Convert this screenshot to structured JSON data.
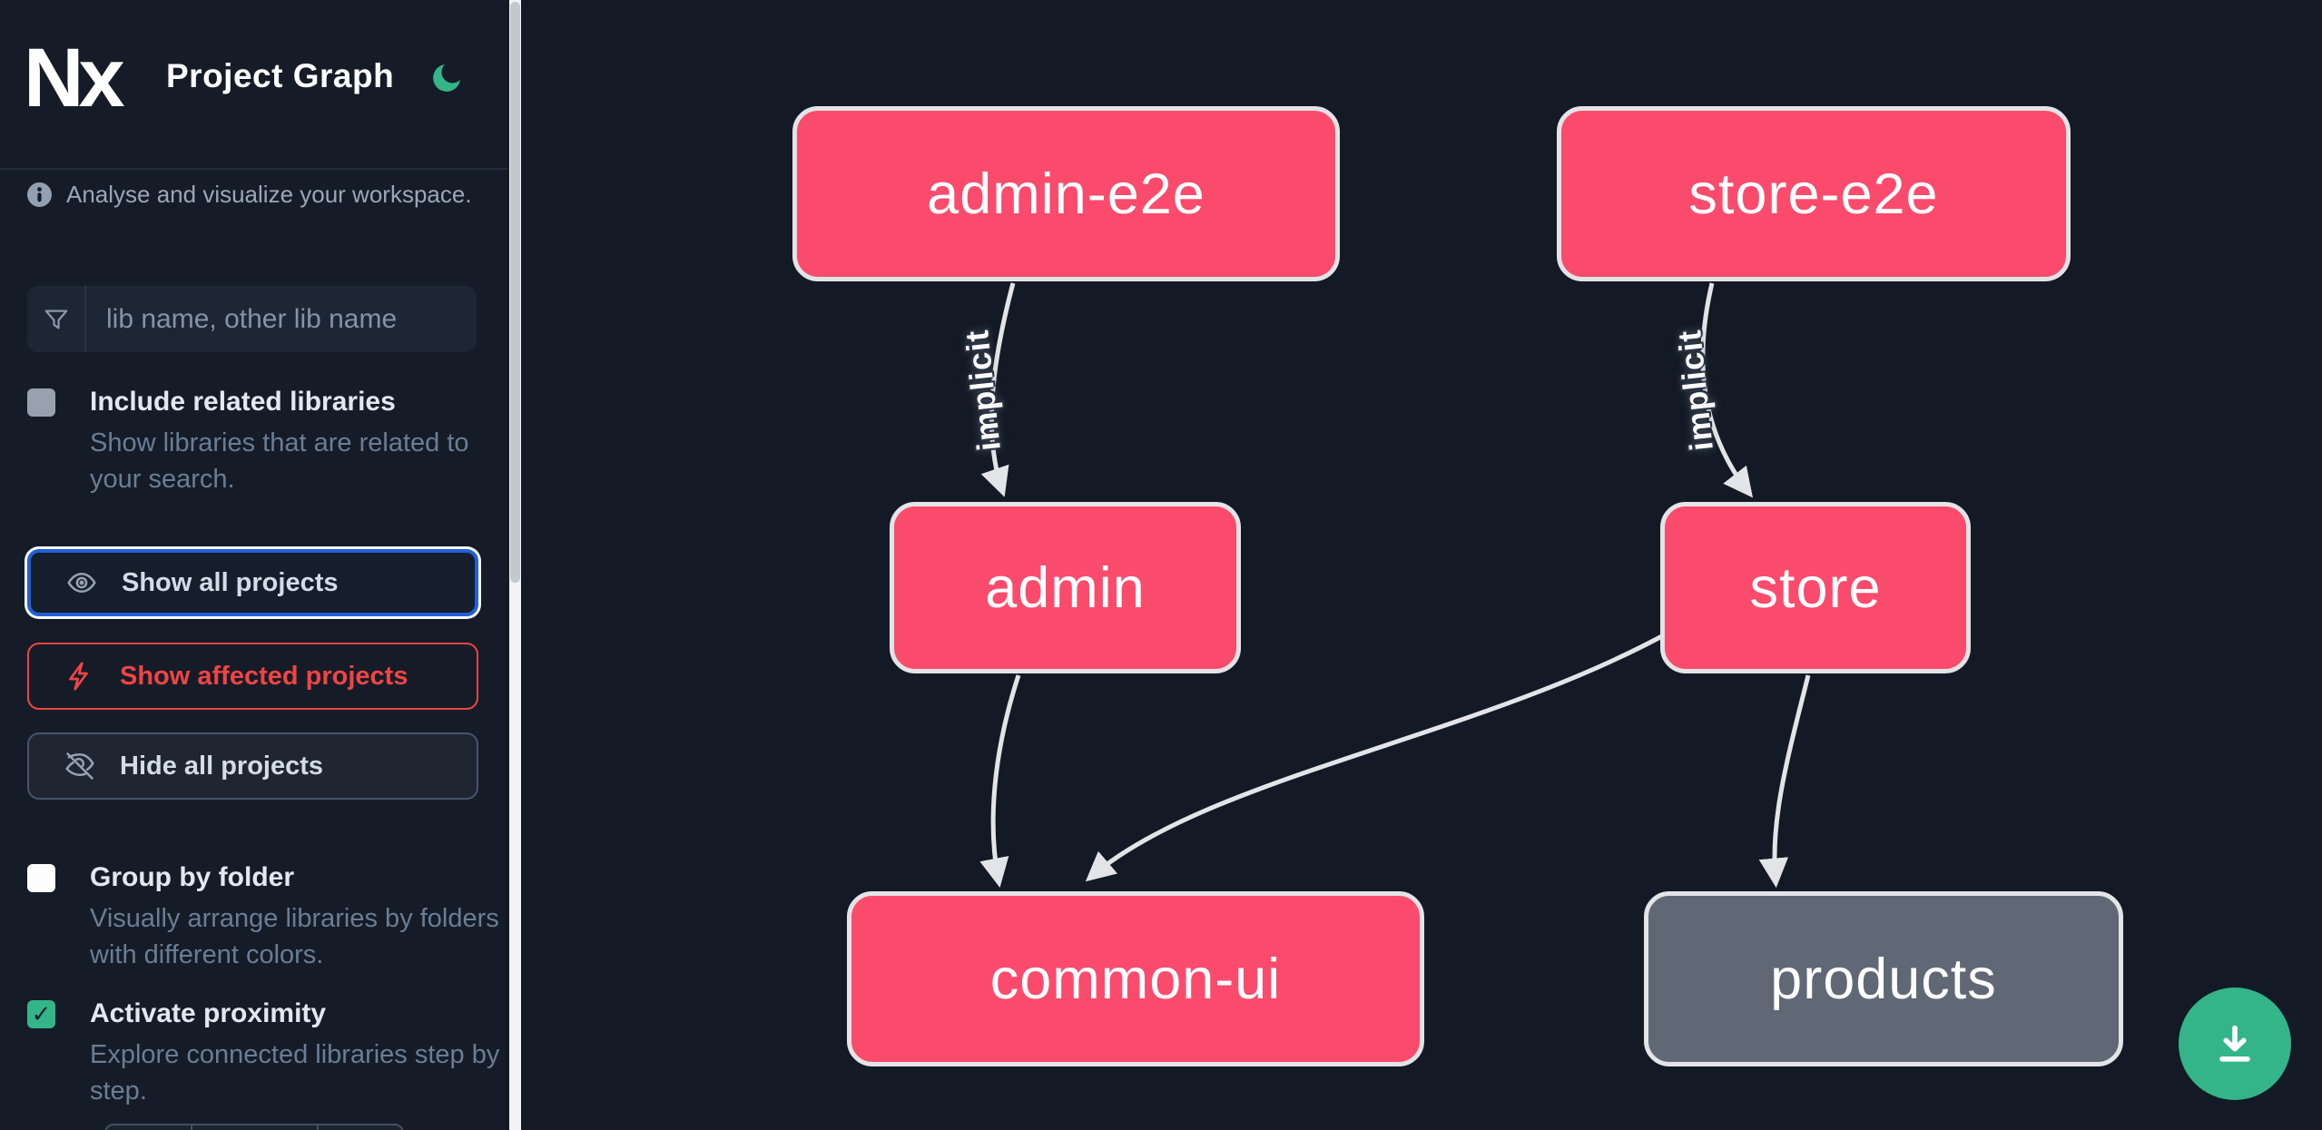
{
  "app": {
    "logo_text": "Nx",
    "title": "Project Graph"
  },
  "sidebar": {
    "tagline": "Analyse and visualize your workspace.",
    "search": {
      "placeholder": "lib name, other lib name"
    },
    "toggles": [
      {
        "label": "Include related libraries",
        "description": "Show libraries that are related to your search.",
        "checked": false
      },
      {
        "label": "Group by folder",
        "description": "Visually arrange libraries by folders with different colors.",
        "checked": false
      },
      {
        "label": "Activate proximity",
        "description": "Explore connected libraries step by step.",
        "checked": true,
        "checkmark": "✓"
      }
    ],
    "buttons": [
      {
        "label": "Show all projects",
        "state": "focused"
      },
      {
        "label": "Show affected projects",
        "state": "affected"
      },
      {
        "label": "Hide all projects",
        "state": "default"
      }
    ]
  },
  "graph": {
    "nodes": [
      {
        "label": "admin-e2e",
        "style": "pink"
      },
      {
        "label": "store-e2e",
        "style": "pink"
      },
      {
        "label": "admin",
        "style": "pink"
      },
      {
        "label": "store",
        "style": "pink"
      },
      {
        "label": "common-ui",
        "style": "pink"
      },
      {
        "label": "products",
        "style": "gray"
      }
    ],
    "edges": [
      {
        "from": "admin-e2e",
        "to": "admin",
        "label": "implicit"
      },
      {
        "from": "store-e2e",
        "to": "store",
        "label": "implicit"
      },
      {
        "from": "admin",
        "to": "common-ui",
        "label": ""
      },
      {
        "from": "store",
        "to": "common-ui",
        "label": ""
      },
      {
        "from": "store",
        "to": "products",
        "label": ""
      }
    ]
  },
  "colors": {
    "accent_green": "#34b489",
    "node_pink": "#fb4b6c",
    "node_gray": "#606875",
    "focus_blue": "#2160d8",
    "danger_red": "#ef4444",
    "edge_gray": "#e3e4e7",
    "background": "#131a25"
  }
}
